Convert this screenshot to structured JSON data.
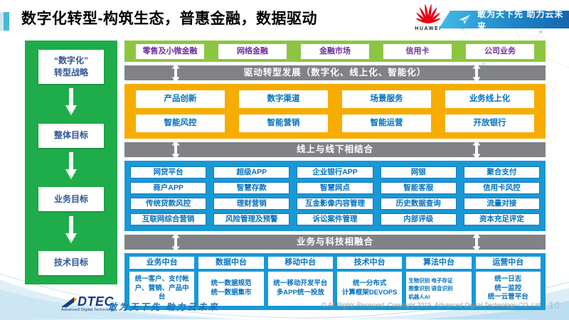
{
  "header": {
    "title": "数字化转型-构筑生态，普惠金融，数据驱动",
    "huawei_wordmark": "HUAWEI",
    "ribbon_slogan": "敢为天下先 助力云未来"
  },
  "sidebar": {
    "items": [
      "“数字化”\n转型战略",
      "整体目标",
      "业务目标",
      "技术目标"
    ]
  },
  "flow": {
    "business_lines": [
      "零售及小微金融",
      "网络金融",
      "金融市场",
      "信用卡",
      "公司业务"
    ],
    "banner_drive": "驱动转型发展（数字化、线上化、智能化）",
    "transform_rows": [
      [
        "产品创新",
        "数字渠道",
        "场景服务",
        "业务线上化"
      ],
      [
        "智能风控",
        "智能营销",
        "智能运营",
        "开放银行"
      ]
    ],
    "banner_online_offline": "线上与线下相结合",
    "capability_rows": [
      [
        "网贷平台",
        "超级APP",
        "企业银行APP",
        "网银",
        "聚合支付"
      ],
      [
        "商户APP",
        "智慧存款",
        "智慧网点",
        "智能客服",
        "信用卡风控"
      ],
      [
        "传统贷款风控",
        "理财营销",
        "互金影像内容管理",
        "历史数据查询",
        "流量对接"
      ],
      [
        "互联网综合营销",
        "风险管理及预警",
        "诉讼案件管理",
        "内部评级",
        "资本充足评定"
      ]
    ],
    "banner_tech_fusion": "业务与科技相融合",
    "platforms": [
      {
        "name": "业务中台",
        "detail": "统一客户、支付帐户、营销、产品中台",
        "small": false
      },
      {
        "name": "数据中台",
        "detail": "统一数据规范\n统一数据集市",
        "small": false
      },
      {
        "name": "移动中台",
        "detail": "统一移动开发平台\n多APP统一投放",
        "small": false
      },
      {
        "name": "技术中台",
        "detail": "统一分布式\n计算框架DEVOPS",
        "small": false
      },
      {
        "name": "算法中台",
        "detail": "生物识别 电子存证\n图像识别 语音识别\n机器人AI",
        "small": true
      },
      {
        "name": "运营中台",
        "detail": "统一日志\n统一监控\n统一云管平台",
        "small": false
      }
    ]
  },
  "footer": {
    "logo_text": "DTEC",
    "logo_subtitle": "Advanced Digital Technology",
    "slogan": "敢为天下先   助力云未来",
    "copyright": "© All Rights Reserved. Copyright 2019, Advanced Digital Technology CO.,Ltd",
    "page_number": "10"
  },
  "colors": {
    "sidebar_green": "#1FAD4B",
    "line_green": "#8CC640",
    "banner_gray": "#808285",
    "yellow": "#F7AC00",
    "blue": "#1899D6",
    "blue_text": "#0070C0",
    "purple_text": "#7030A0",
    "huawei_red": "#E60012"
  }
}
